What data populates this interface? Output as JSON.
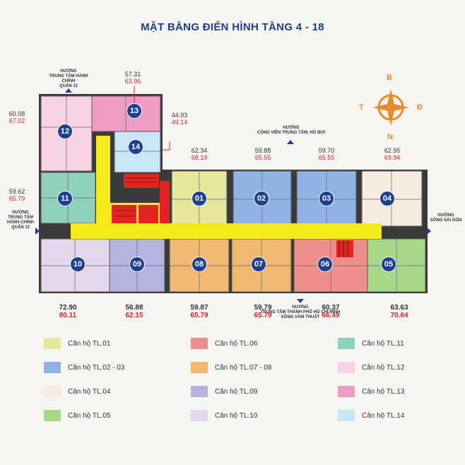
{
  "title": "MẶT BẰNG ĐIỂN HÌNH TẦNG 4 - 18",
  "directions": {
    "north_top": {
      "line1": "Hướng",
      "line2": "Trung tâm hành chính",
      "line3": "Quận 12"
    },
    "west": {
      "line1": "Hướng",
      "line2": "Trung tâm",
      "line3": "Hành chính",
      "line4": "Quận 12"
    },
    "park": {
      "line1": "Hướng",
      "line2": "Công viên trung tâm, hồ bơi"
    },
    "east": {
      "line1": "Hướng",
      "line2": "Sông Sài Gòn"
    },
    "south": {
      "line1": "Hướng",
      "line2": "Trung tâm thành phố Hồ Chí Minh",
      "line3": "Sông Vàm Thuật"
    }
  },
  "compass": {
    "n": "B",
    "s": "N",
    "w": "T",
    "e": "Đ"
  },
  "units": [
    {
      "id": "13",
      "area1": "57.31",
      "area2": "63.96"
    },
    {
      "id": "12",
      "area1": "60.08",
      "area2": "67.02"
    },
    {
      "id": "14",
      "area1": "44.93",
      "area2": "49.14"
    },
    {
      "id": "11",
      "area1": "59.62",
      "area2": "65.79"
    },
    {
      "id": "01",
      "area1": "62.34",
      "area2": "68.19"
    },
    {
      "id": "02",
      "area1": "59.88",
      "area2": "65.55"
    },
    {
      "id": "03",
      "area1": "59.70",
      "area2": "65.55"
    },
    {
      "id": "04",
      "area1": "62.95",
      "area2": "69.94"
    },
    {
      "id": "10",
      "area1": "72.90",
      "area2": "80.11"
    },
    {
      "id": "09",
      "area1": "56.88",
      "area2": "62.15"
    },
    {
      "id": "08",
      "area1": "59.87",
      "area2": "65.79"
    },
    {
      "id": "07",
      "area1": "59.79",
      "area2": "65.79"
    },
    {
      "id": "06",
      "area1": "60.37",
      "area2": "66.49"
    },
    {
      "id": "05",
      "area1": "63.63",
      "area2": "70.64"
    }
  ],
  "legend": [
    {
      "label": "Căn hộ TL.01",
      "color": "#e6e79b"
    },
    {
      "label": "Căn hộ TL.06",
      "color": "#ef8d8d"
    },
    {
      "label": "Căn hộ TL.11",
      "color": "#8fd1bd"
    },
    {
      "label": "Căn hộ TL.02 - 03",
      "color": "#8fb3e3"
    },
    {
      "label": "Căn hộ TL.07 - 08",
      "color": "#f0b873"
    },
    {
      "label": "Căn hộ TL.12",
      "color": "#f6d3e3"
    },
    {
      "label": "Căn hộ TL.04",
      "color": "#f7ebe0"
    },
    {
      "label": "Căn hộ TL.09",
      "color": "#b5b3e0"
    },
    {
      "label": "Căn hộ TL.13",
      "color": "#ef9cc5"
    },
    {
      "label": "Căn hộ TL.05",
      "color": "#a9d78a"
    },
    {
      "label": "Căn hộ TL.10",
      "color": "#e4d6ec"
    },
    {
      "label": "Căn hộ TL.14",
      "color": "#c9e6f6"
    }
  ],
  "colors": {
    "corridor": "#f4ea1a",
    "core": "#e52421",
    "badge": "#1f3f8f",
    "wall": "#3a3a3a",
    "compass": "#e98a2b"
  }
}
